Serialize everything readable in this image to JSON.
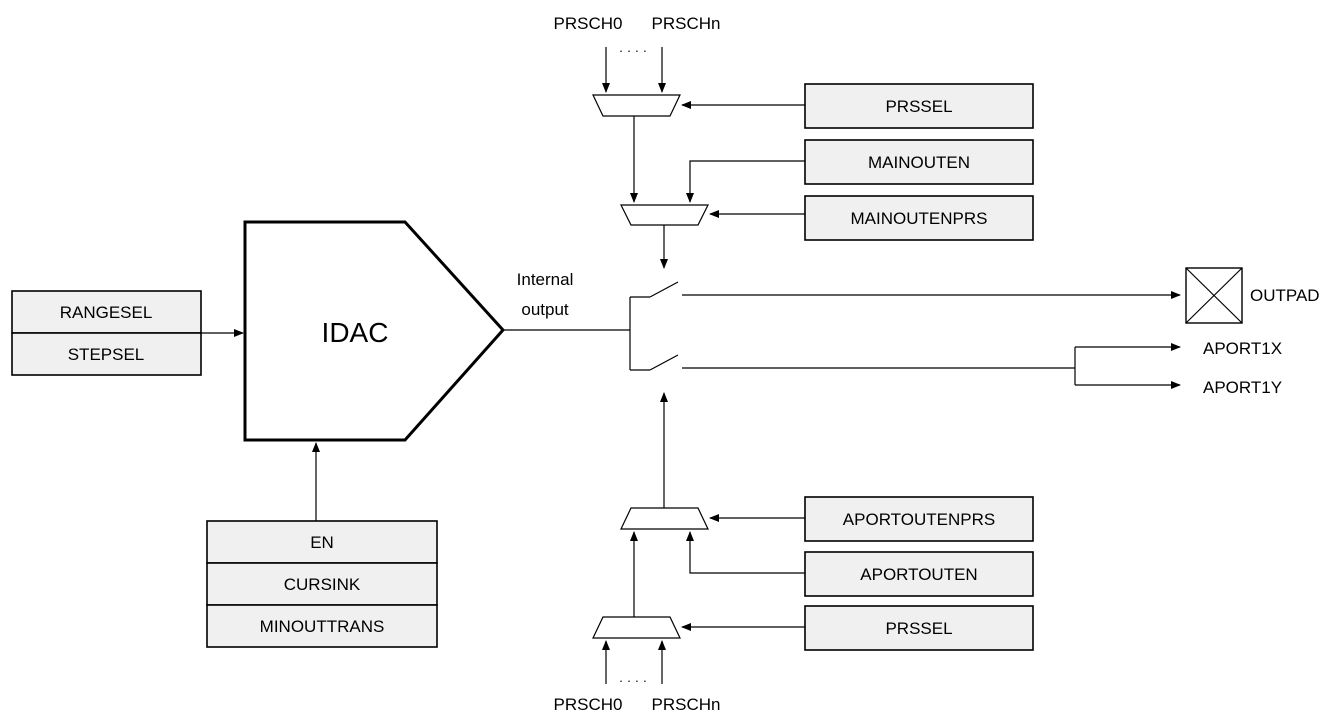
{
  "idac": {
    "label": "IDAC",
    "internal_output_line1": "Internal",
    "internal_output_line2": "output"
  },
  "left_regs": [
    "RANGESEL",
    "STEPSEL"
  ],
  "bottom_regs": [
    "EN",
    "CURSINK",
    "MINOUTTRANS"
  ],
  "top_prs": {
    "ch0": "PRSCH0",
    "chn": "PRSCHn",
    "dots": "· · · ·"
  },
  "bottom_prs": {
    "ch0": "PRSCH0",
    "chn": "PRSCHn",
    "dots": "· · · ·"
  },
  "right_regs_top": {
    "prssel": "PRSSEL",
    "mainouten": "MAINOUTEN",
    "mainoutenprs": "MAINOUTENPRS"
  },
  "right_regs_bottom": {
    "aportoutenprs": "APORTOUTENPRS",
    "aportouten": "APORTOUTEN",
    "prssel": "PRSSEL"
  },
  "outputs": {
    "outpad": "OUTPAD",
    "aport1x": "APORT1X",
    "aport1y": "APORT1Y"
  }
}
